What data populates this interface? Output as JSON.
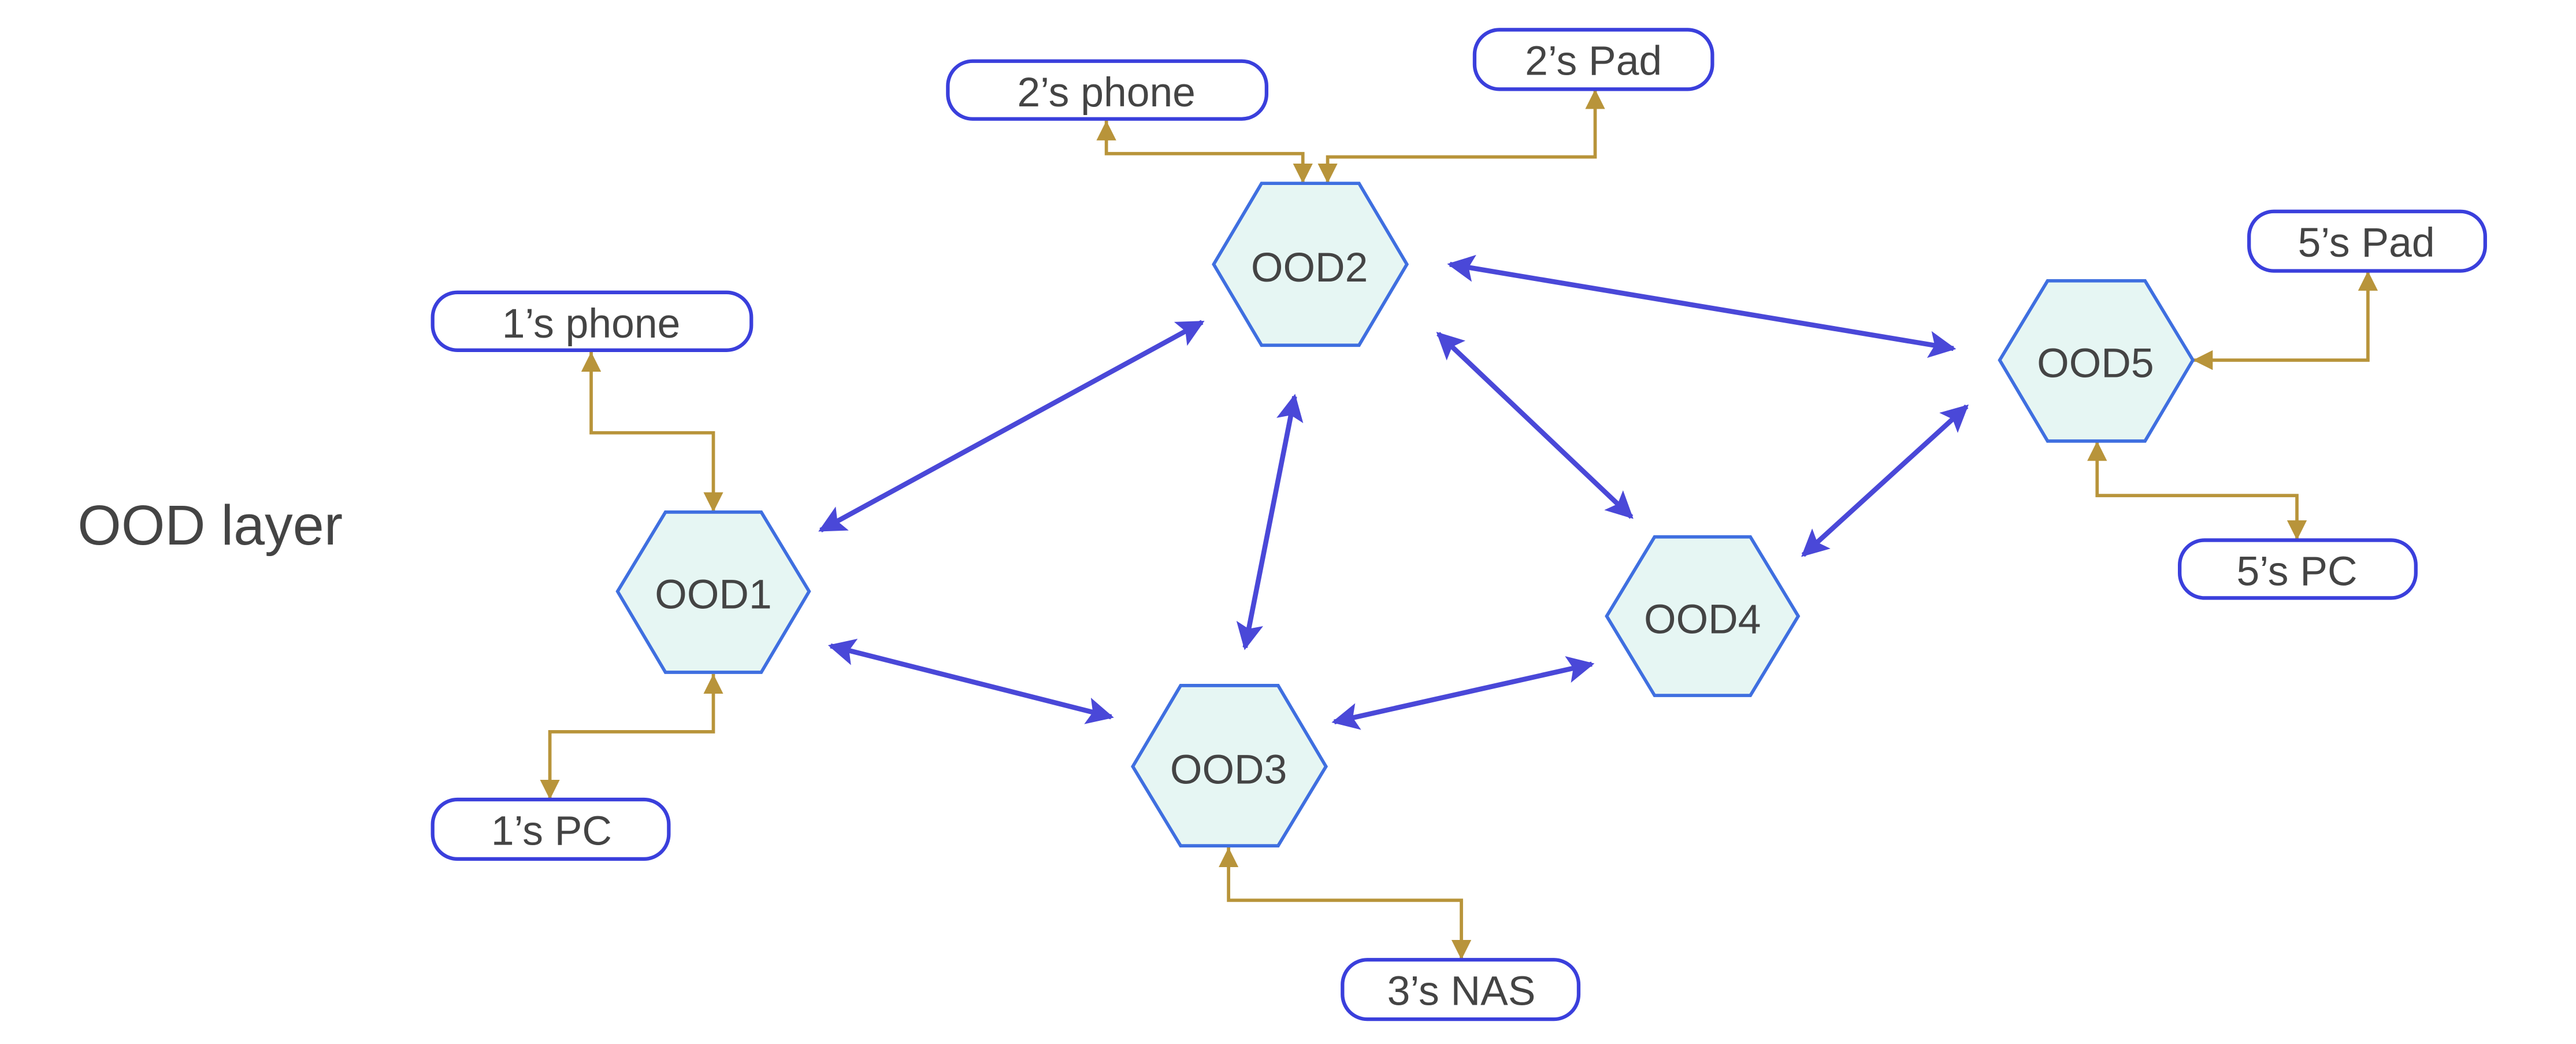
{
  "layer_label": "OOD layer",
  "colors": {
    "node_fill": "#e6f6f3",
    "node_stroke": "#3f6fe0",
    "device_stroke": "#3a3fdc",
    "peer_link": "#4a48d8",
    "device_link": "#b8943a",
    "text": "#444444"
  },
  "nodes": [
    {
      "id": "OOD1",
      "label": "OOD1"
    },
    {
      "id": "OOD2",
      "label": "OOD2"
    },
    {
      "id": "OOD3",
      "label": "OOD3"
    },
    {
      "id": "OOD4",
      "label": "OOD4"
    },
    {
      "id": "OOD5",
      "label": "OOD5"
    }
  ],
  "devices": [
    {
      "id": "p1phone",
      "label": "1’s phone",
      "owner": "OOD1"
    },
    {
      "id": "p1pc",
      "label": "1’s PC",
      "owner": "OOD1"
    },
    {
      "id": "p2phone",
      "label": "2’s phone",
      "owner": "OOD2"
    },
    {
      "id": "p2pad",
      "label": "2’s Pad",
      "owner": "OOD2"
    },
    {
      "id": "p3nas",
      "label": "3’s NAS",
      "owner": "OOD3"
    },
    {
      "id": "p5pad",
      "label": "5’s Pad",
      "owner": "OOD5"
    },
    {
      "id": "p5pc",
      "label": "5’s PC",
      "owner": "OOD5"
    }
  ],
  "peer_links": [
    {
      "from": "OOD1",
      "to": "OOD2",
      "bidirectional": true
    },
    {
      "from": "OOD1",
      "to": "OOD3",
      "bidirectional": true
    },
    {
      "from": "OOD2",
      "to": "OOD3",
      "bidirectional": true
    },
    {
      "from": "OOD2",
      "to": "OOD4",
      "bidirectional": true
    },
    {
      "from": "OOD2",
      "to": "OOD5",
      "bidirectional": true
    },
    {
      "from": "OOD3",
      "to": "OOD4",
      "bidirectional": true
    },
    {
      "from": "OOD4",
      "to": "OOD5",
      "bidirectional": true
    }
  ],
  "device_links": [
    {
      "from": "OOD1",
      "to": "p1phone",
      "bidirectional": true
    },
    {
      "from": "OOD1",
      "to": "p1pc",
      "bidirectional": true
    },
    {
      "from": "OOD2",
      "to": "p2phone",
      "bidirectional": true
    },
    {
      "from": "OOD2",
      "to": "p2pad",
      "bidirectional": true
    },
    {
      "from": "OOD3",
      "to": "p3nas",
      "bidirectional": true
    },
    {
      "from": "OOD5",
      "to": "p5pad",
      "bidirectional": true
    },
    {
      "from": "OOD5",
      "to": "p5pc",
      "bidirectional": true
    }
  ]
}
